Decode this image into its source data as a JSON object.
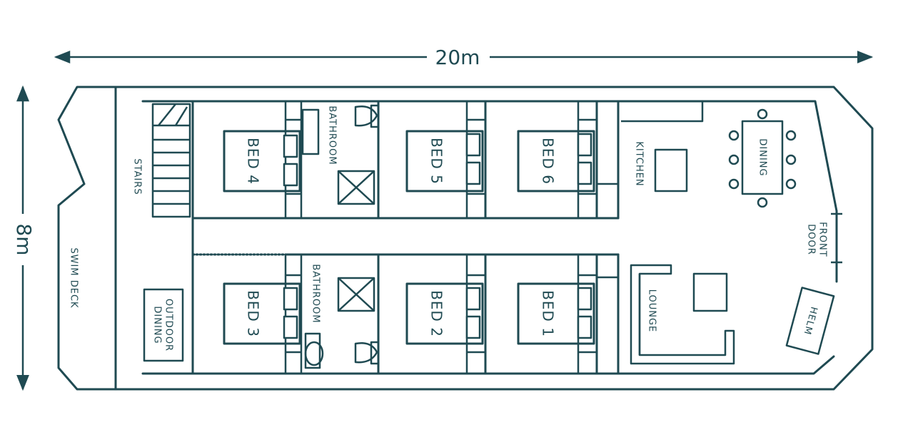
{
  "dimensions": {
    "length": "20m",
    "width": "8m"
  },
  "labels": {
    "swim_deck": "SWIM DECK",
    "stairs": "STAIRS",
    "outdoor_dining": [
      "OUTDOOR",
      "DINING"
    ],
    "bathroom_top": "BATHROOM",
    "bathroom_bottom": "BATHROOM",
    "kitchen": "KITCHEN",
    "dining": "DINING",
    "front_door": [
      "FRONT",
      "DOOR"
    ],
    "lounge": "LOUNGE",
    "helm": "HELM"
  },
  "beds": [
    "BED 4",
    "BED 5",
    "BED 6",
    "BED 3",
    "BED 2",
    "BED 1"
  ],
  "colors": {
    "line": "#1f4a52",
    "background": "#ffffff"
  }
}
